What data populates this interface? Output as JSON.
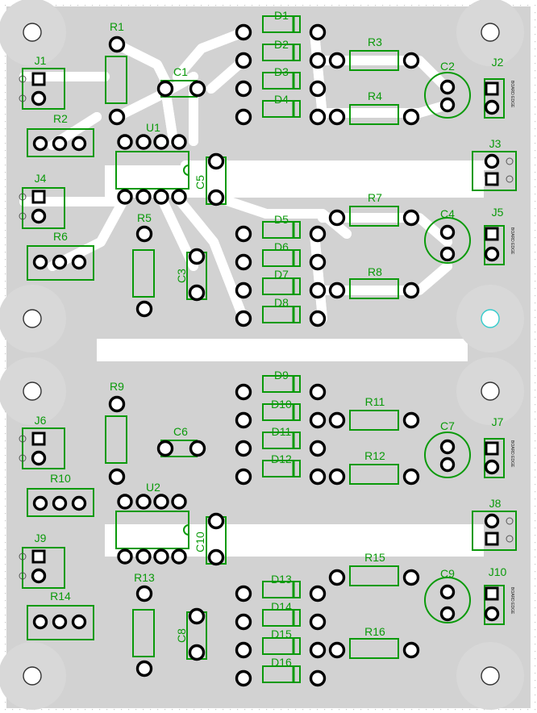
{
  "board": {
    "background": "#ffffff",
    "copper": "#d2d2d2",
    "pad_ring": "#ffffff",
    "hole": "#000000",
    "silkscreen": "#0a9a0a",
    "dots": "#c8c8c8",
    "mount": "#d8d8d8"
  },
  "edge_label": "BOARD EDGE",
  "labels": {
    "R1": "R1",
    "R2": "R2",
    "R3": "R3",
    "R4": "R4",
    "R5": "R5",
    "R6": "R6",
    "R7": "R7",
    "R8": "R8",
    "R9": "R9",
    "R10": "R10",
    "R11": "R11",
    "R12": "R12",
    "R13": "R13",
    "R14": "R14",
    "R15": "R15",
    "R16": "R16",
    "D1": "D1",
    "D2": "D2",
    "D3": "D3",
    "D4": "D4",
    "D5": "D5",
    "D6": "D6",
    "D7": "D7",
    "D8": "D8",
    "D9": "D9",
    "D10": "D10",
    "D11": "D11",
    "D12": "D12",
    "D13": "D13",
    "D14": "D14",
    "D15": "D15",
    "D16": "D16",
    "C1": "C1",
    "C2": "C2",
    "C3": "C3",
    "C4": "C4",
    "C5": "C5",
    "C6": "C6",
    "C7": "C7",
    "C8": "C8",
    "C9": "C9",
    "C10": "C10",
    "J1": "J1",
    "J2": "J2",
    "J3": "J3",
    "J4": "J4",
    "J5": "J5",
    "J6": "J6",
    "J7": "J7",
    "J8": "J8",
    "J9": "J9",
    "J10": "J10",
    "U1": "U1",
    "U2": "U2"
  }
}
